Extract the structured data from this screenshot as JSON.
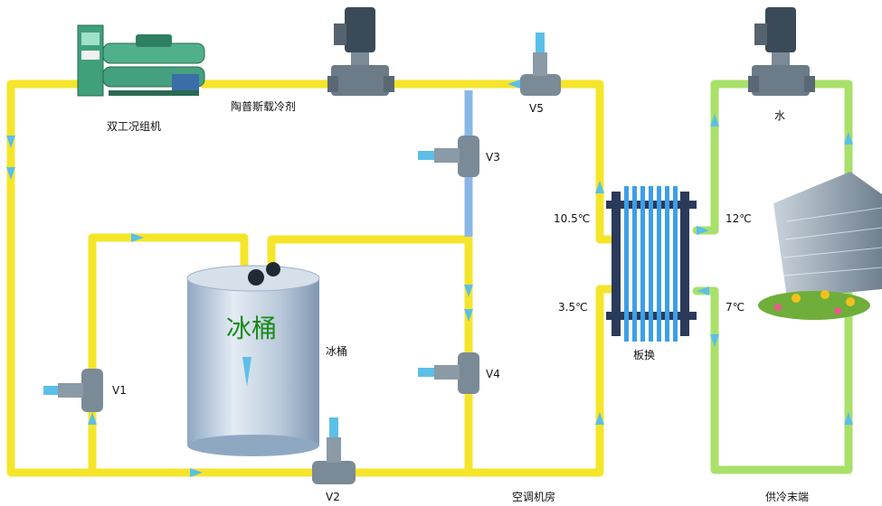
{
  "labels": {
    "chiller": "双工况组机",
    "refrigerant": "陶普斯载冷剂",
    "v5": "V5",
    "water": "水",
    "v3": "V3",
    "t_10_5": "10.5℃",
    "t_12": "12℃",
    "t_3_5": "3.5℃",
    "t_7": "7℃",
    "plate_hx": "板换",
    "tank_title": "冰桶",
    "tank": "冰桶",
    "v1": "V1",
    "v4": "V4",
    "v2": "V2",
    "ac_room": "空调机房",
    "cooling_end": "供冷末端"
  },
  "colors": {
    "glycol_pipe": "#f5e52a",
    "water_pipe": "#a8e06a",
    "bypass_pipe": "#8ab8e6",
    "flow_arrow": "#5bbfe8",
    "tank_body": "#b9c9da",
    "plate_frame": "#2a3a5a",
    "plate_tubes": "#3d9fe6",
    "valve_body": "#7a8a96",
    "pump_motor": "#3a4a56",
    "chiller_body": "#3fa07a"
  }
}
